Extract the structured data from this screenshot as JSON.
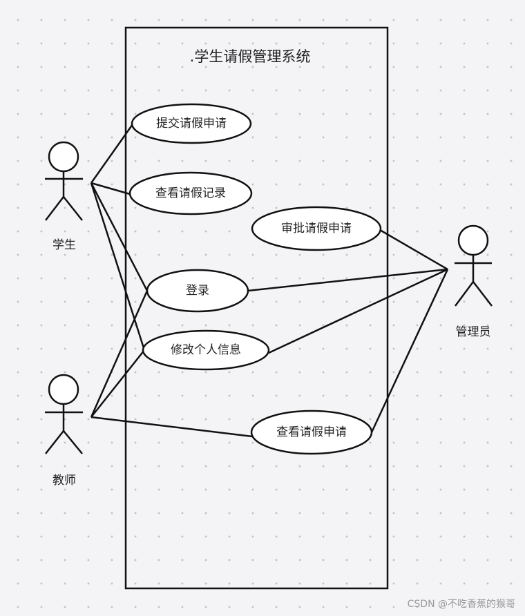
{
  "system": {
    "title": ".学生请假管理系统"
  },
  "actors": {
    "student": "学生",
    "teacher": "教师",
    "admin": "管理员"
  },
  "usecases": {
    "submit": "提交请假申请",
    "view_records": "查看请假记录",
    "approve": "审批请假申请",
    "login": "登录",
    "edit_info": "修改个人信息",
    "view_applications": "查看请假申请"
  },
  "watermark": "CSDN @不吃香蕉的猴哥"
}
